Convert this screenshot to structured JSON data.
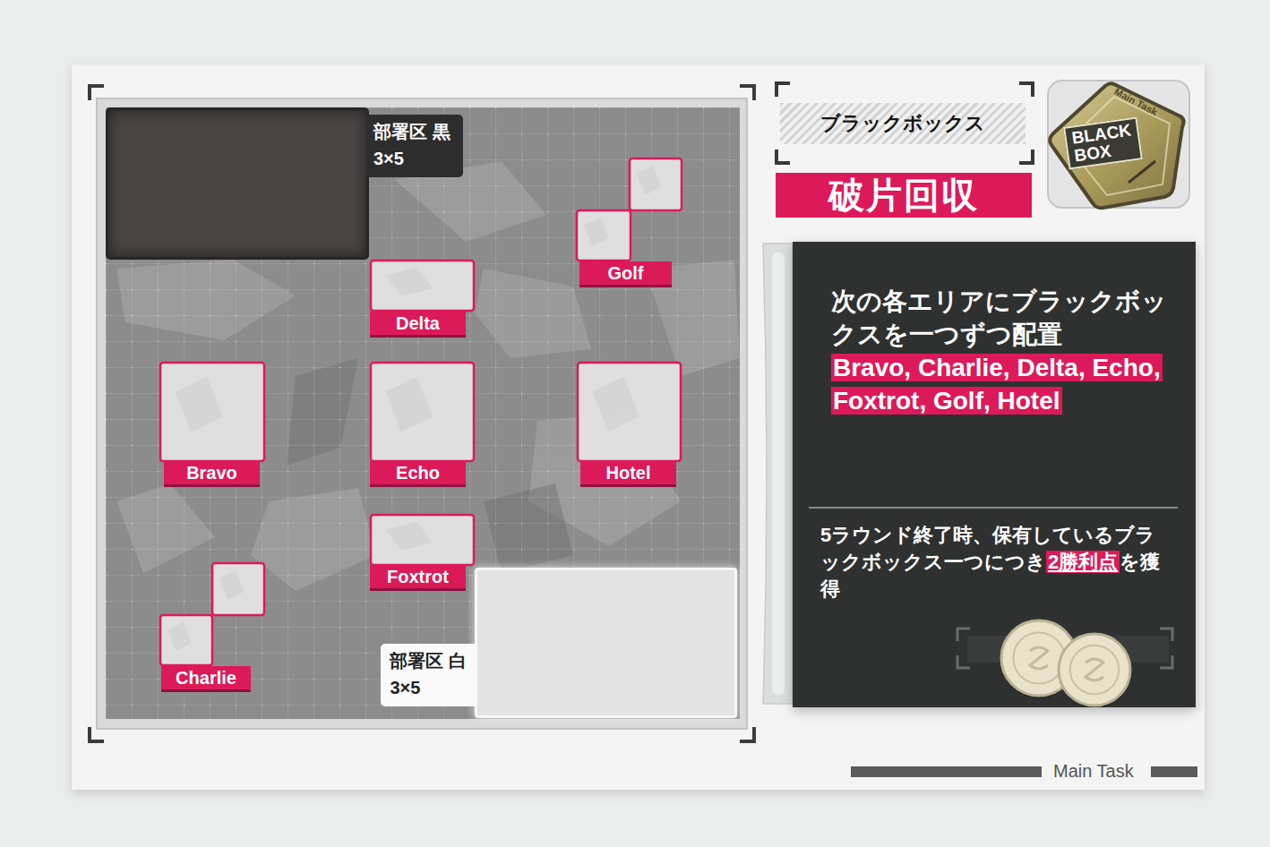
{
  "diagram": {
    "nodes": [
      {
        "text": [
          "部署区 黒",
          "3×5"
        ]
      },
      {
        "text": [
          "Golf"
        ]
      },
      {
        "text": [
          "Delta"
        ]
      },
      {
        "text": [
          "Bravo"
        ]
      },
      {
        "text": [
          "Echo"
        ]
      },
      {
        "text": [
          "Hotel"
        ]
      },
      {
        "text": [
          "Foxtrot"
        ]
      },
      {
        "text": [
          "Charlie"
        ]
      },
      {
        "text": [
          "部署区 白",
          "3×5"
        ]
      },
      {
        "text": [
          "ブラックボックス"
        ]
      },
      {
        "text": [
          "BLACK BOX",
          "Main Task"
        ]
      },
      {
        "text": [
          "破片回収"
        ]
      },
      {
        "text": [
          "次の各エリアにブラックボックスを一つずつ配置",
          "Bravo, Charlie, Delta, Echo, Foxtrot, Golf, Hotel",
          "5ラウンド終了時、保有しているブラックボックス一つにつき",
          "2勝利点",
          "を獲得"
        ]
      }
    ],
    "labels": [
      "Main Task"
    ]
  }
}
